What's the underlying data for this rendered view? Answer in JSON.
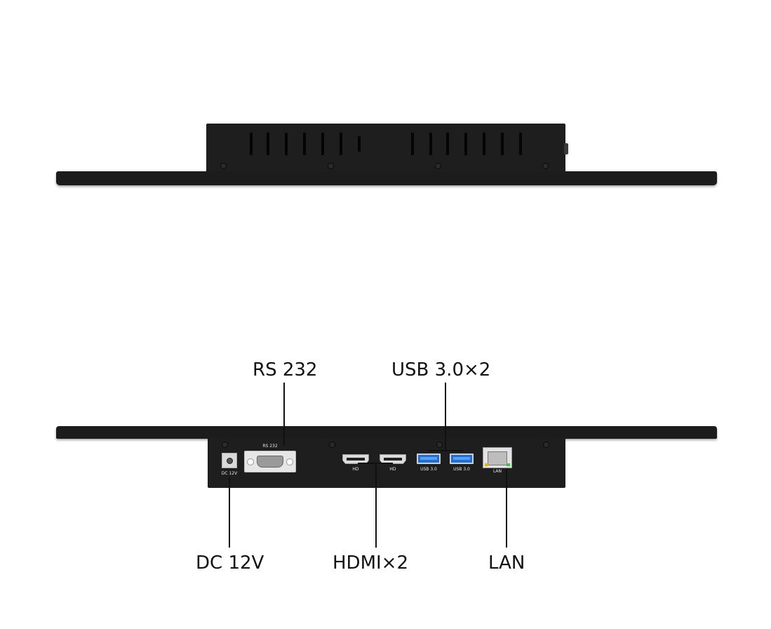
{
  "callouts": {
    "rs232": "RS 232",
    "usb": "USB 3.0×2",
    "dc": "DC 12V",
    "hdmi": "HDMI×2",
    "lan": "LAN"
  },
  "port_labels": {
    "rs232": "RS 232",
    "dc": "DC 12V",
    "hd1": "HD",
    "hd2": "HD",
    "usb1": "USB 3.0",
    "usb2": "USB 3.0",
    "lan": "LAN"
  },
  "colors": {
    "chassis": "#1e1e1e",
    "usb_blue": "#1f6fd6",
    "text": "#111111"
  }
}
